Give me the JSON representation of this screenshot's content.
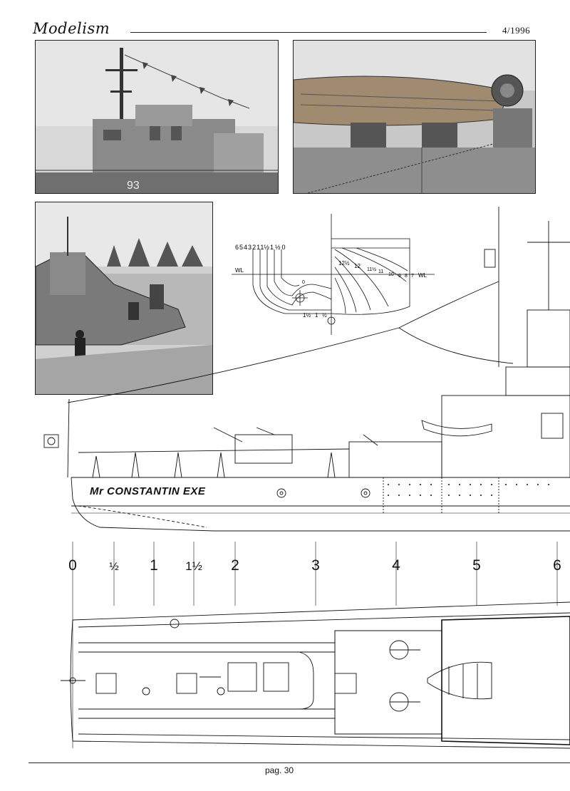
{
  "header": {
    "magazine": "Modelism",
    "issue": "4/1996"
  },
  "photos": [
    {
      "subject": "ship-bridge",
      "hull_number": "93"
    },
    {
      "subject": "lifeboat-detail"
    },
    {
      "subject": "bow-view"
    }
  ],
  "body_plan": {
    "aft_stations": [
      "6",
      "5",
      "4",
      "3",
      "2",
      "1",
      "1½",
      "1",
      "½",
      "0"
    ],
    "fwd_stations": [
      "12½",
      "12",
      "11½",
      "11",
      "10",
      "9",
      "8",
      "7"
    ],
    "waterline": "WL",
    "keel_marks": [
      "1½",
      "1",
      "½"
    ],
    "center_mark": "0"
  },
  "profile": {
    "ship_name": "Mr CONSTANTIN EXE"
  },
  "station_scale": [
    "0",
    "½",
    "1",
    "1½",
    "2",
    "3",
    "4",
    "5",
    "6"
  ],
  "footer": {
    "page": "pag. 30"
  },
  "colors": {
    "ink": "#111111",
    "paper": "#ffffff",
    "photo_grey": "#8a8a8a"
  }
}
